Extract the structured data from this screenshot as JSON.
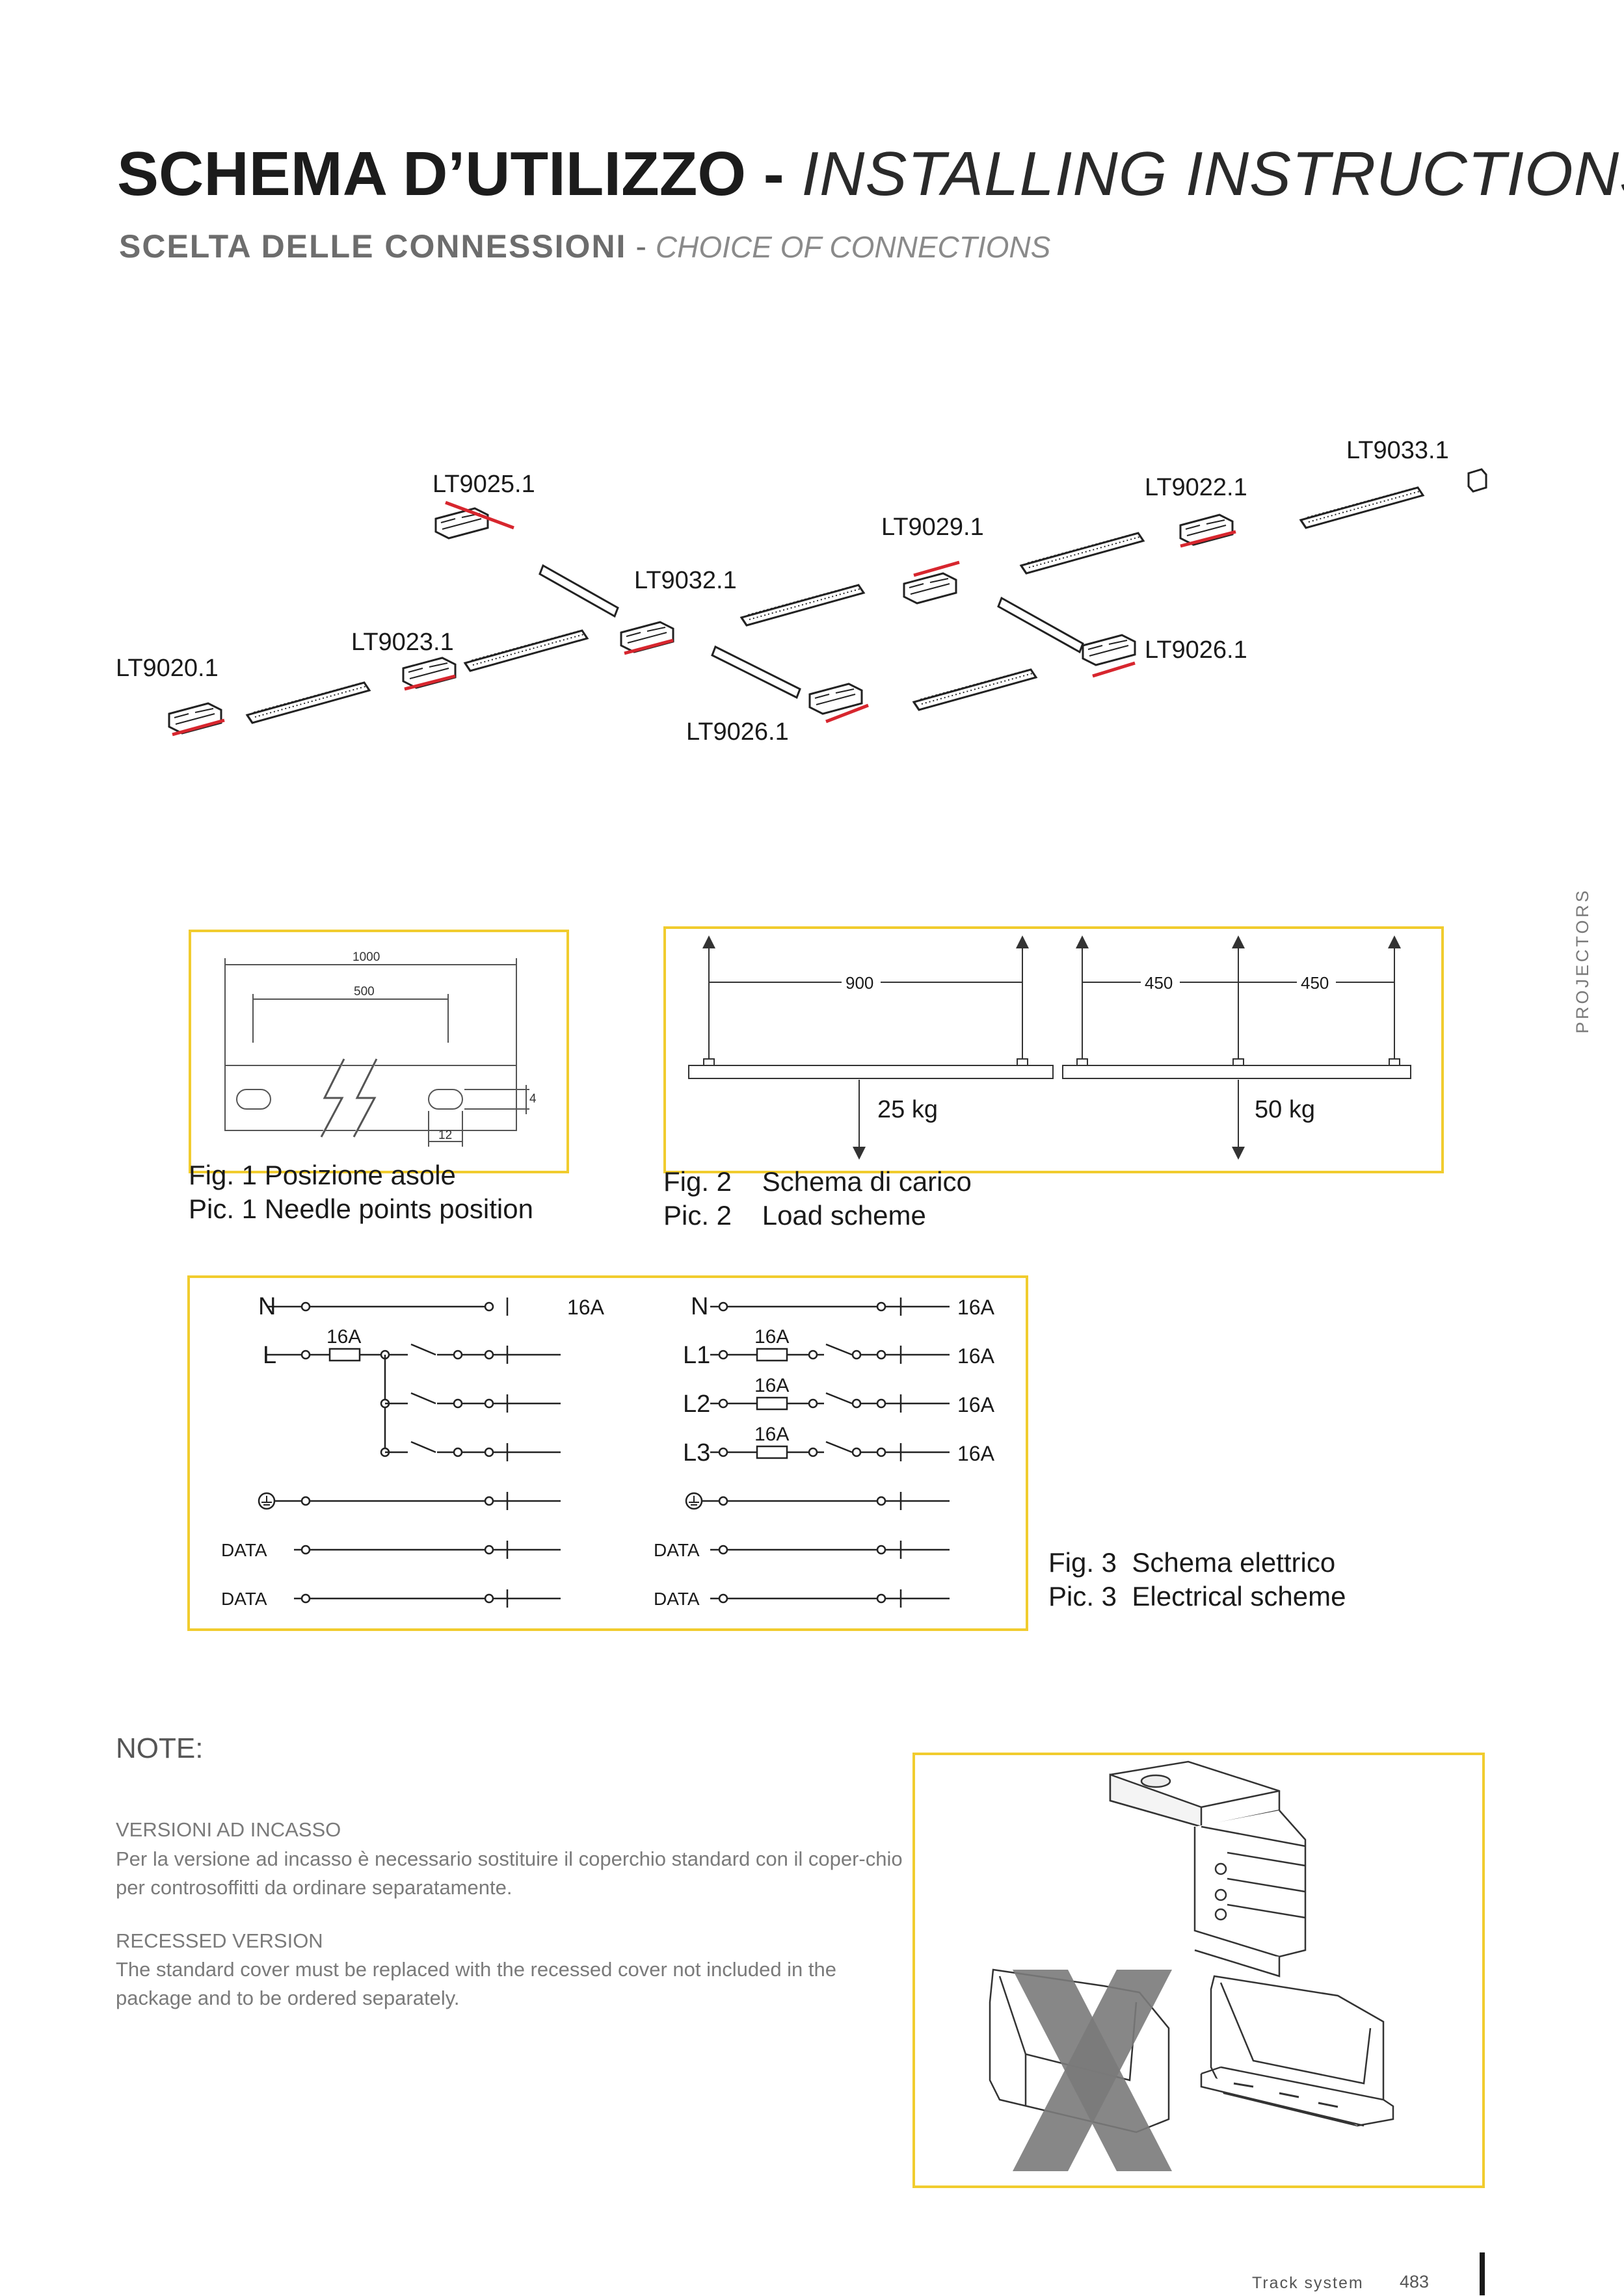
{
  "header": {
    "title_main": "SCHEMA D’UTILIZZO",
    "title_separator": "-",
    "title_en": "INSTALLING INSTRUCTIONS",
    "subtitle_main": "SCELTA DELLE CONNESSIONI",
    "subtitle_separator": "-",
    "subtitle_en": "CHOICE OF CONNECTIONS"
  },
  "side_label": "PROJECTORS",
  "diagram_labels": {
    "lt9020": "LT9020.1",
    "lt9023": "LT9023.1",
    "lt9025": "LT9025.1",
    "lt9032": "LT9032.1",
    "lt9026_bottom": "LT9026.1",
    "lt9029": "LT9029.1",
    "lt9022": "LT9022.1",
    "lt9026_right": "LT9026.1",
    "lt9033": "LT9033.1"
  },
  "fig1": {
    "dim_1000": "1000",
    "dim_500": "500",
    "dim_4": "4",
    "dim_12": "12",
    "caption_it": "Fig. 1 Posizione asole",
    "caption_en": "Pic. 1 Needle points position"
  },
  "fig2": {
    "dim_900": "900",
    "dim_450_a": "450",
    "dim_450_b": "450",
    "load_25": "25 kg",
    "load_50": "50 kg",
    "caption_it": "Fig. 2    Schema di carico",
    "caption_en": "Pic. 2    Load scheme"
  },
  "fig3": {
    "left": {
      "n_label": "N",
      "l_label": "L",
      "fuse": "16A",
      "n_rating": "16A",
      "data1": "DATA",
      "data2": "DATA"
    },
    "right": {
      "n_label": "N",
      "l1": "L1",
      "l2": "L2",
      "l3": "L3",
      "fuse1": "16A",
      "fuse2": "16A",
      "fuse3": "16A",
      "rating_n": "16A",
      "rating_l1": "16A",
      "rating_l2": "16A",
      "rating_l3": "16A",
      "data1": "DATA",
      "data2": "DATA"
    },
    "caption_it": "Fig. 3  Schema elettrico",
    "caption_en": "Pic. 3  Electrical scheme"
  },
  "note": {
    "title": "NOTE:",
    "it_heading": "VERSIONI AD INCASSO",
    "it_body": "Per la versione ad incasso è necessario sostituire il coperchio standard con il coper-chio per controsoffitti da ordinare separatamente.",
    "en_heading": "RECESSED VERSION",
    "en_body": "The standard cover must be replaced with the recessed cover not included in the package and to be ordered separately."
  },
  "footer": {
    "section": "Track system",
    "page": "483"
  },
  "colors": {
    "frame": "#f1cc2e",
    "accent_red": "#d7262e",
    "cross_gray": "#7a7a7a"
  }
}
